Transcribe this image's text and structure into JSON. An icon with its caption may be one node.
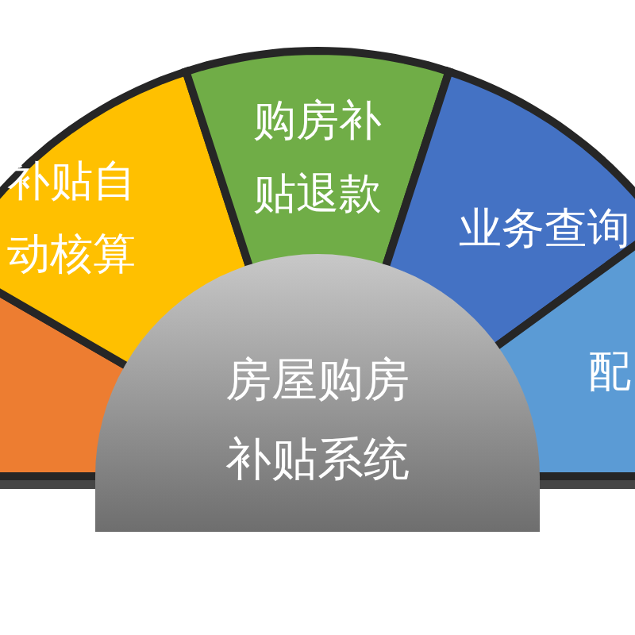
{
  "diagram": {
    "nodes": [
      {
        "text": [],
        "shape": "box"
      },
      {
        "text": [
          "补贴自动核算"
        ]
      },
      {
        "text": [
          "购房补贴退款"
        ]
      },
      {
        "text": [
          "业务查询"
        ]
      },
      {
        "text": [
          "配"
        ]
      },
      {
        "text": [
          "房屋购房补贴系统"
        ]
      }
    ]
  }
}
